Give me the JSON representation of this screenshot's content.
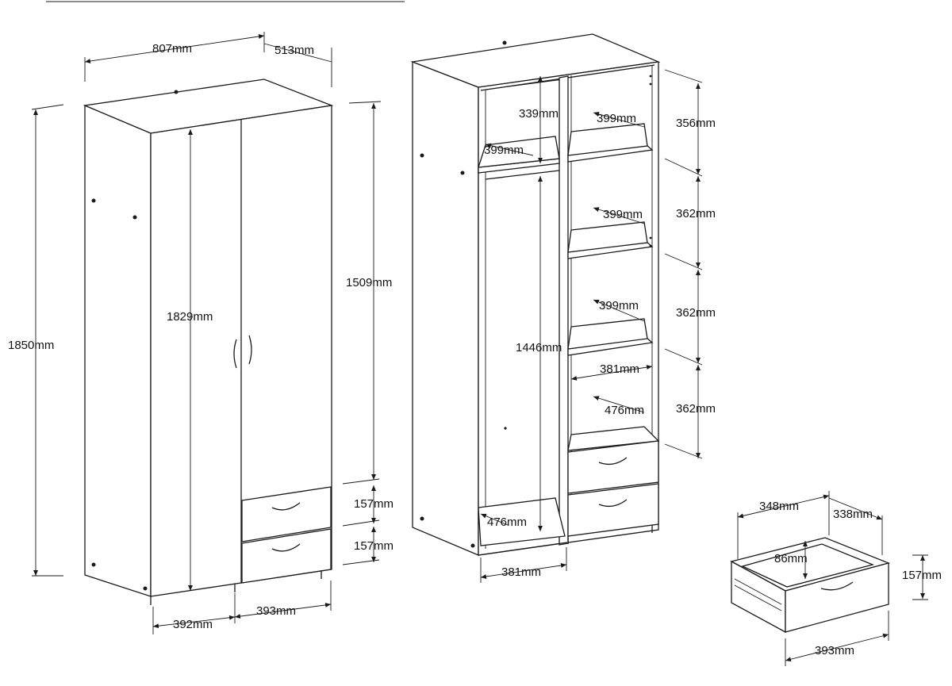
{
  "wardrobe_closed": {
    "width": "807mm",
    "depth": "513mm",
    "height": "1850mm",
    "door_height": "1829mm",
    "hang_height": "1509mm",
    "drawer_top": "157mm",
    "drawer_bottom": "157mm",
    "left_width": "392mm",
    "right_width": "393mm"
  },
  "wardrobe_open": {
    "top_gap": "339mm",
    "shelf_depth_top": "399mm",
    "rail_shelf": "399mm",
    "shelf_2": "399mm",
    "shelf_3": "399mm",
    "inner_width": "381mm",
    "inner_depth": "476mm",
    "bottom_depth": "476mm",
    "rail_height": "1446mm",
    "bottom_width": "381mm",
    "space_1": "356mm",
    "space_2": "362mm",
    "space_3": "362mm",
    "space_4": "362mm"
  },
  "drawer": {
    "width": "348mm",
    "depth": "338mm",
    "inner_height": "86mm",
    "height": "157mm",
    "front_width": "393mm"
  }
}
